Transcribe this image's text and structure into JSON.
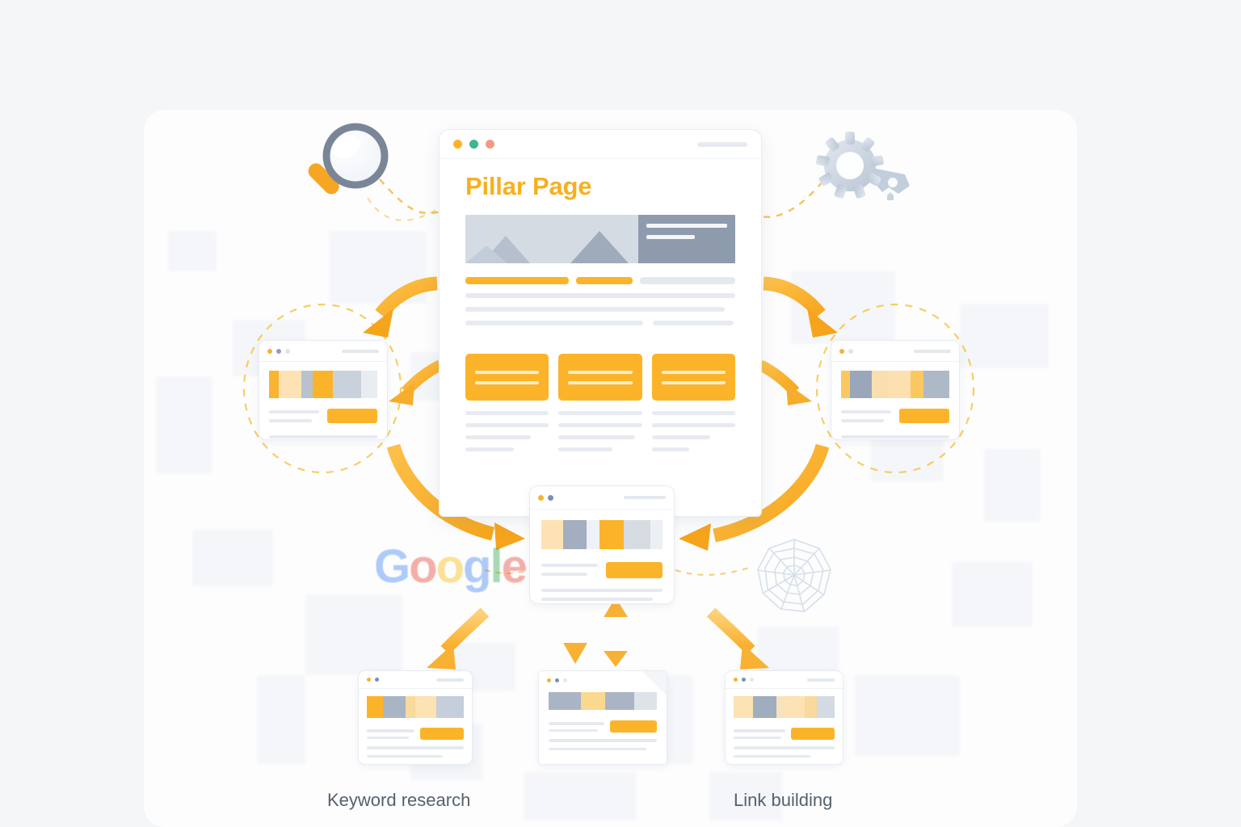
{
  "canvas": {
    "bg_color": "#fdfdfe",
    "page_bg": "#f5f6f7"
  },
  "accent": {
    "orange": "#fbb429",
    "orange_dark": "#f6a01c",
    "title_orange": "#f6b01f",
    "gray": "#e7ebf1",
    "slate": "#8e9bad",
    "text": "#55616e"
  },
  "pillar": {
    "title": "Pillar Page",
    "window_dots": [
      "#fbb429",
      "#3fb68b",
      "#f29b84"
    ],
    "hero": {
      "panel_lines": 2
    },
    "keyword_bars": 2,
    "tiles": [
      {
        "lines": 2
      },
      {
        "lines": 2
      },
      {
        "lines": 2
      }
    ],
    "text_columns": 3
  },
  "icons": {
    "magnifier": {
      "name": "magnifying-glass-icon",
      "ring_color": "#7a8698",
      "handle_color": "#f6a622"
    },
    "gear": {
      "name": "gear-wrench-icon",
      "color": "#cfd8e3"
    },
    "spiderweb": {
      "name": "spider-web-icon",
      "color": "#dee6ef"
    },
    "google": {
      "name": "google-logo",
      "letters": [
        "G",
        "o",
        "o",
        "g",
        "l",
        "e"
      ]
    }
  },
  "satellites": {
    "left": {
      "name": "cluster-page-left",
      "button": true
    },
    "right": {
      "name": "cluster-page-right",
      "button": true
    },
    "center": {
      "name": "cluster-page-center",
      "button": true
    }
  },
  "bottom_cards": [
    {
      "name": "bottom-card-keyword-research",
      "folded_corner": false
    },
    {
      "name": "bottom-card-content",
      "folded_corner": true
    },
    {
      "name": "bottom-card-link-building",
      "folded_corner": false
    }
  ],
  "labels": {
    "keyword_research": "Keyword research",
    "link_building": "Link building"
  },
  "arrows": {
    "pillar_to_left": "curved-arrow-down-left",
    "pillar_to_right": "curved-arrow-down-right",
    "left_to_center": "curved-arrow-down-right",
    "right_to_center": "curved-arrow-down-left",
    "center_to_card1": "arrow-down-left",
    "center_to_card2": "arrow-down",
    "center_up": "arrow-up",
    "center_to_card3": "arrow-down-right"
  }
}
